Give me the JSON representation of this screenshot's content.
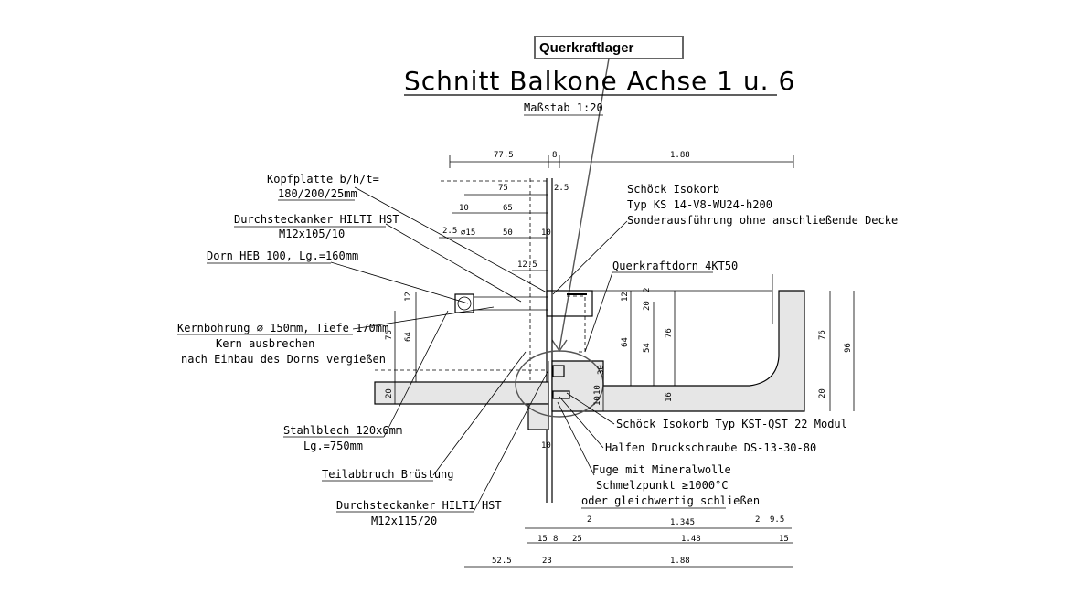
{
  "callout": "Querkraftlager",
  "title": "Schnitt Balkone Achse 1 u. 6",
  "scale": "Maßstab 1:20",
  "labels": {
    "kopfplatte_1": "Kopfplatte b/h/t=",
    "kopfplatte_2": "180/200/25mm",
    "anker1_1": "Durchsteckanker HILTI HST",
    "anker1_2": "M12x105/10",
    "dorn": "Dorn HEB 100, Lg.=160mm",
    "kern_1": "Kernbohrung ∅ 150mm, Tiefe 170mm",
    "kern_2": "Kern ausbrechen",
    "kern_3": "nach Einbau des Dorns vergießen",
    "stahl_1": "Stahlblech 120x6mm",
    "stahl_2": "Lg.=750mm",
    "teilabbruch": "Teilabbruch Brüstung",
    "anker2_1": "Durchsteckanker HILTI HST",
    "anker2_2": "M12x115/20",
    "isokorb_1": "Schöck Isokorb",
    "isokorb_2": "Typ KS 14-V8-WU24-h200",
    "isokorb_3": "Sonderausführung ohne anschließende Decke",
    "querkraftdorn": "Querkraftdorn 4KT50",
    "qst": "Schöck Isokorb Typ KST-QST 22 Modul",
    "halfen": "Halfen Druckschraube DS-13-30-80",
    "fuge_1": "Fuge mit Mineralwolle",
    "fuge_2": "Schmelzpunkt ≥1000°C",
    "fuge_3": "oder gleichwertig schließen"
  },
  "dims": {
    "d_77_5": "77.5",
    "d_8a": "8",
    "d_1_88a": "1.88",
    "d_2_5a": "2.5",
    "d_75": "75",
    "d_10a": "10",
    "d_65": "65",
    "d_2_5b": "2.5",
    "d_phi15": "∅15",
    "d_50": "50",
    "d_10b": "10",
    "d_12_5": "12.5",
    "d_12a": "12",
    "d_76a": "76",
    "d_64a": "64",
    "d_20a": "20",
    "d_12b": "12",
    "d_2": "2",
    "d_20b": "20",
    "d_64b": "64",
    "d_54": "54",
    "d_76b": "76",
    "d_30": "30",
    "d_10c": "10",
    "d_10d": "10",
    "d_16": "16",
    "d_76c": "76",
    "d_96": "96",
    "d_20c": "20",
    "d_10e": "10",
    "d_2c": "2",
    "d_1_345": "1.345",
    "d_2d": "2",
    "d_9_5": "9.5",
    "d_15a": "15",
    "d_8b": "8",
    "d_25": "25",
    "d_1_48": "1.48",
    "d_15b": "15",
    "d_52_5": "52.5",
    "d_23": "23",
    "d_1_88b": "1.88"
  }
}
